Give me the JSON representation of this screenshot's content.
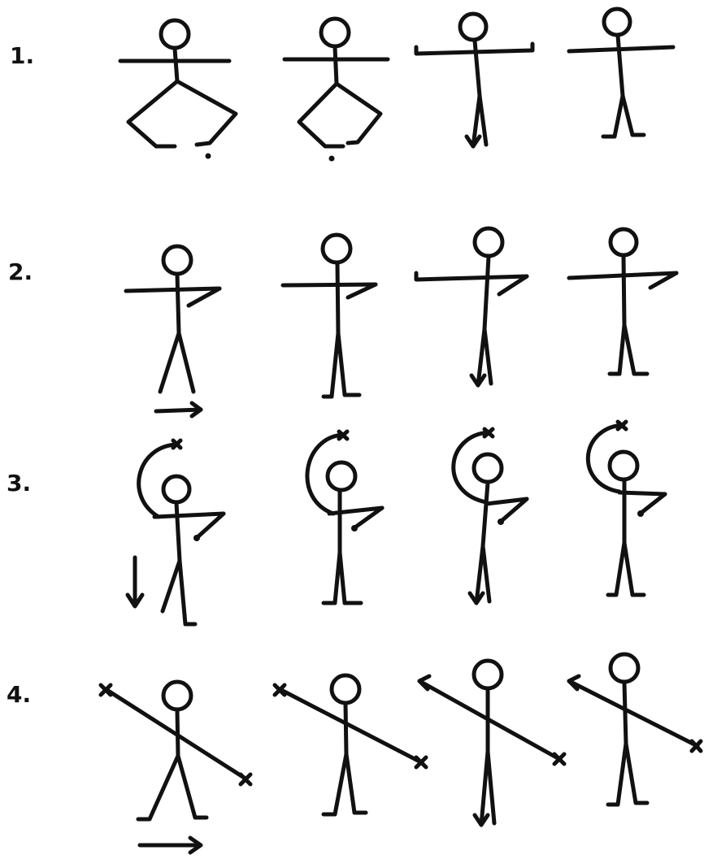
{
  "rows": [
    {
      "label": "1."
    },
    {
      "label": "2."
    },
    {
      "label": "3."
    },
    {
      "label": "4."
    }
  ],
  "colors": {
    "ink": "#111111",
    "paper": "#ffffff"
  }
}
